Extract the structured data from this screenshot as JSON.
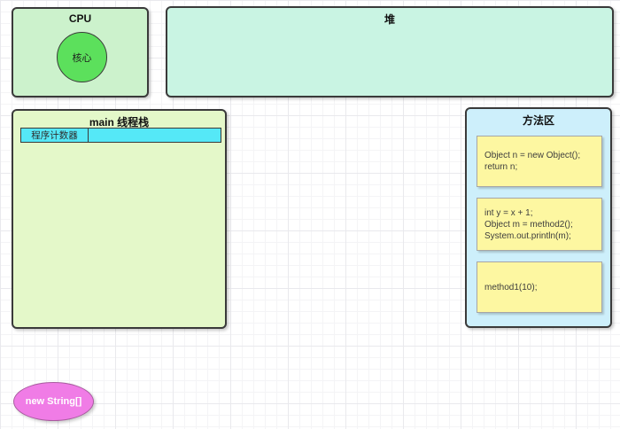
{
  "colors": {
    "cpu_fill": "#ccf2cc",
    "core_fill": "#5ce05c",
    "heap_fill": "#c9f4e3",
    "main_stack_fill": "#e4f8c9",
    "program_counter_fill": "#55e8f7",
    "method_area_fill": "#cdeffb",
    "frame_fill": "#fdf7a1",
    "string_fill": "#f07ce6",
    "shape_border": "#3a3a3a",
    "grid_minor": "#f4f4f6",
    "grid_major": "#e9e9ed"
  },
  "cpu": {
    "title": "CPU",
    "core_label": "核心"
  },
  "heap": {
    "title": "堆"
  },
  "main_stack": {
    "title": "main 线程栈",
    "program_counter": {
      "label": "程序计数器",
      "value": ""
    }
  },
  "method_area": {
    "title": "方法区",
    "frames": [
      {
        "lines": [
          "Object n = new Object();",
          "return n;"
        ]
      },
      {
        "lines": [
          "int y = x + 1;",
          "Object m = method2();",
          "System.out.println(m);"
        ]
      },
      {
        "lines": [
          "method1(10);"
        ]
      }
    ]
  },
  "string_object": {
    "label": "new String[]"
  }
}
